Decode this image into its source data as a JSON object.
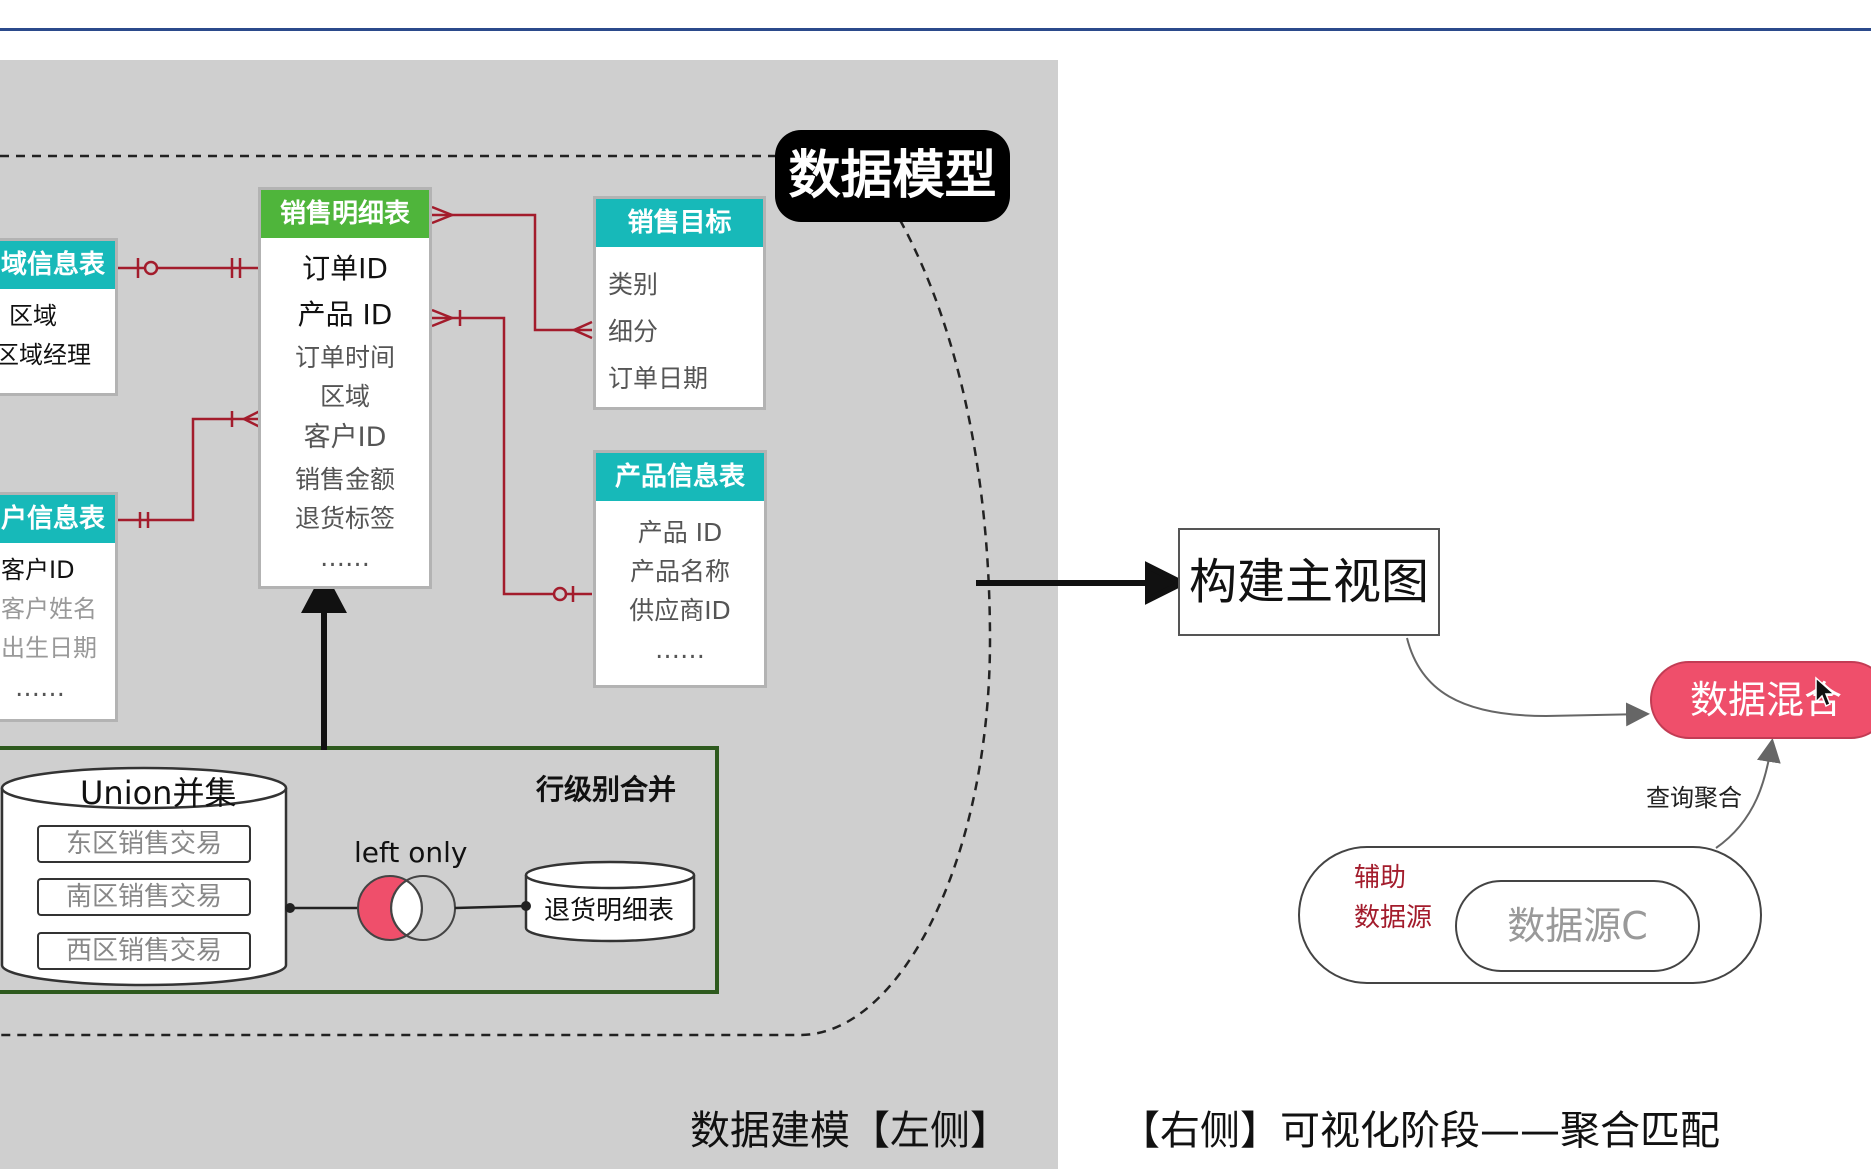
{
  "colors": {
    "table_header_green": "#4fb53b",
    "table_header_teal": "#17b9b9",
    "relation_line": "#a31c2c",
    "union_box_border": "#2e5a1e",
    "blend_pill": "#ef4f6b",
    "top_rule": "#2b4a8b"
  },
  "model_badge": "数据模型",
  "tables": {
    "sales_detail": {
      "title": "销售明细表",
      "fields": [
        "订单ID",
        "产品 ID",
        "订单时间",
        "区域",
        "客户ID",
        "销售金额",
        "退货标签",
        "……"
      ]
    },
    "region_info": {
      "title": "域信息表",
      "fields": [
        "区域",
        "区域经理"
      ]
    },
    "customer_info": {
      "title": "户信息表",
      "fields": [
        "客户ID",
        "客户姓名",
        "出生日期",
        "……"
      ]
    },
    "sales_target": {
      "title": "销售目标",
      "fields": [
        "类别",
        "细分",
        "订单日期"
      ]
    },
    "product_info": {
      "title": "产品信息表",
      "fields": [
        "产品 ID",
        "产品名称",
        "供应商ID",
        "……"
      ]
    }
  },
  "union": {
    "title": "Union并集",
    "items": [
      "东区销售交易",
      "南区销售交易",
      "西区销售交易"
    ]
  },
  "row_merge": {
    "title": "行级别合并",
    "join_label": "left only",
    "returns_table": "退货明细表"
  },
  "right_side": {
    "main_view": "构建主视图",
    "blend": "数据混合",
    "query_aggregate": "查询聚合",
    "aux_label_line1": "辅助",
    "aux_label_line2": "数据源",
    "source_c": "数据源C"
  },
  "footer": {
    "left_caption": "数据建模【左侧】",
    "right_caption": "【右侧】可视化阶段——聚合匹配"
  },
  "icons": [
    "cursor-icon",
    "arrow-icon"
  ]
}
